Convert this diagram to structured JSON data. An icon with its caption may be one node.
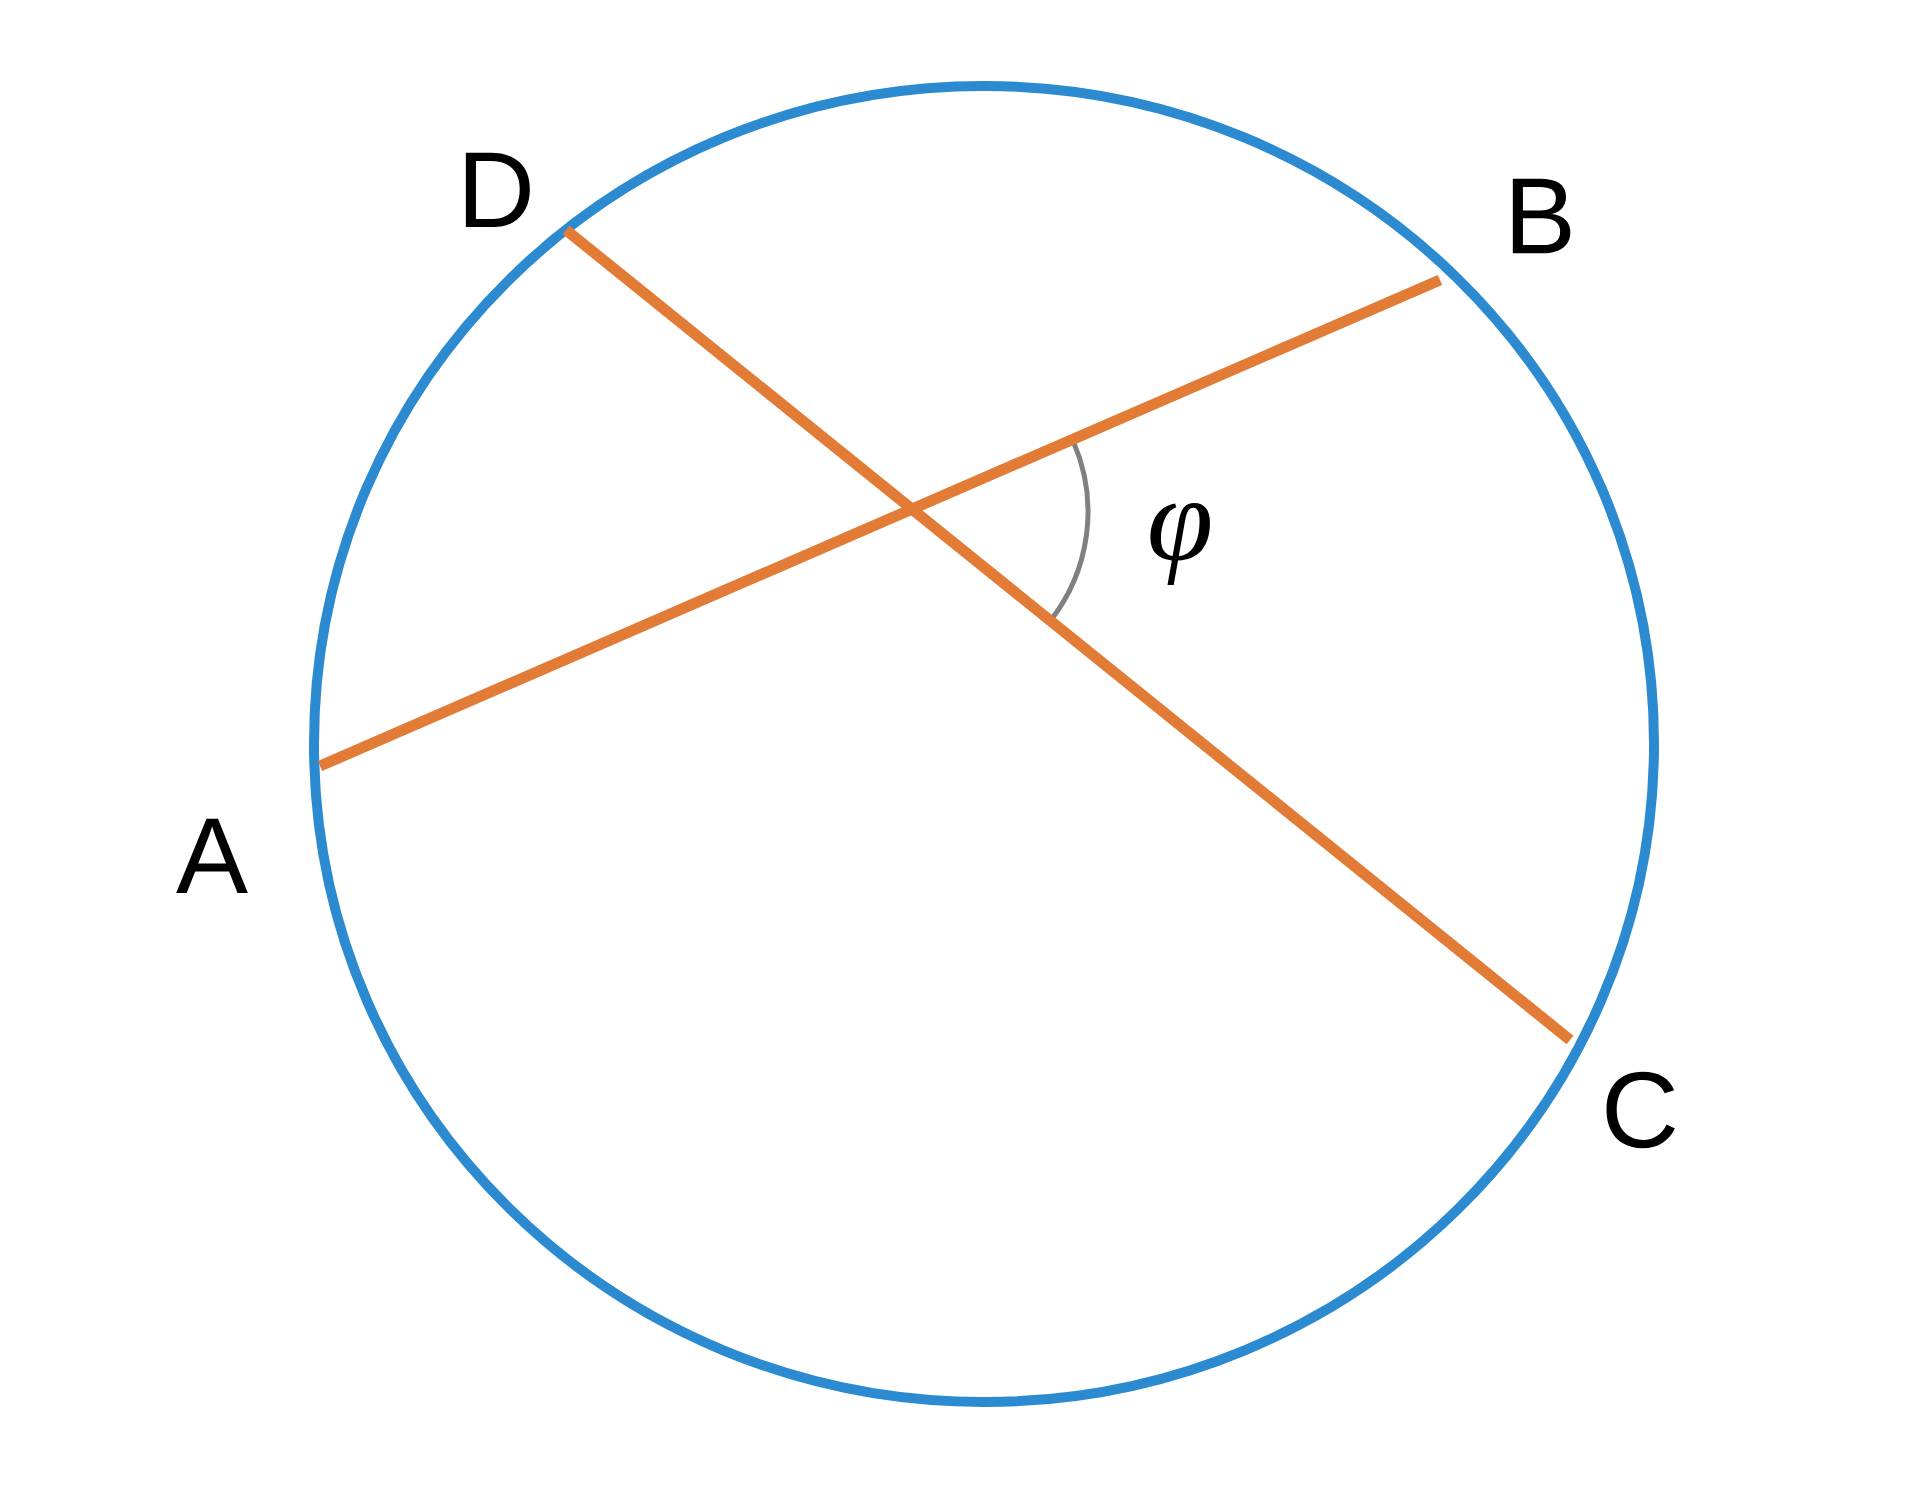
{
  "diagram": {
    "nodes": [
      {
        "text": [
          "D"
        ]
      },
      {
        "text": [
          "B"
        ]
      },
      {
        "text": [
          "A"
        ]
      },
      {
        "text": [
          "C"
        ]
      }
    ],
    "edges": [
      {
        "from": 2,
        "to": 1,
        "arrow": "none"
      },
      {
        "from": 0,
        "to": 3,
        "arrow": "none"
      }
    ],
    "labels": [
      "φ"
    ]
  }
}
